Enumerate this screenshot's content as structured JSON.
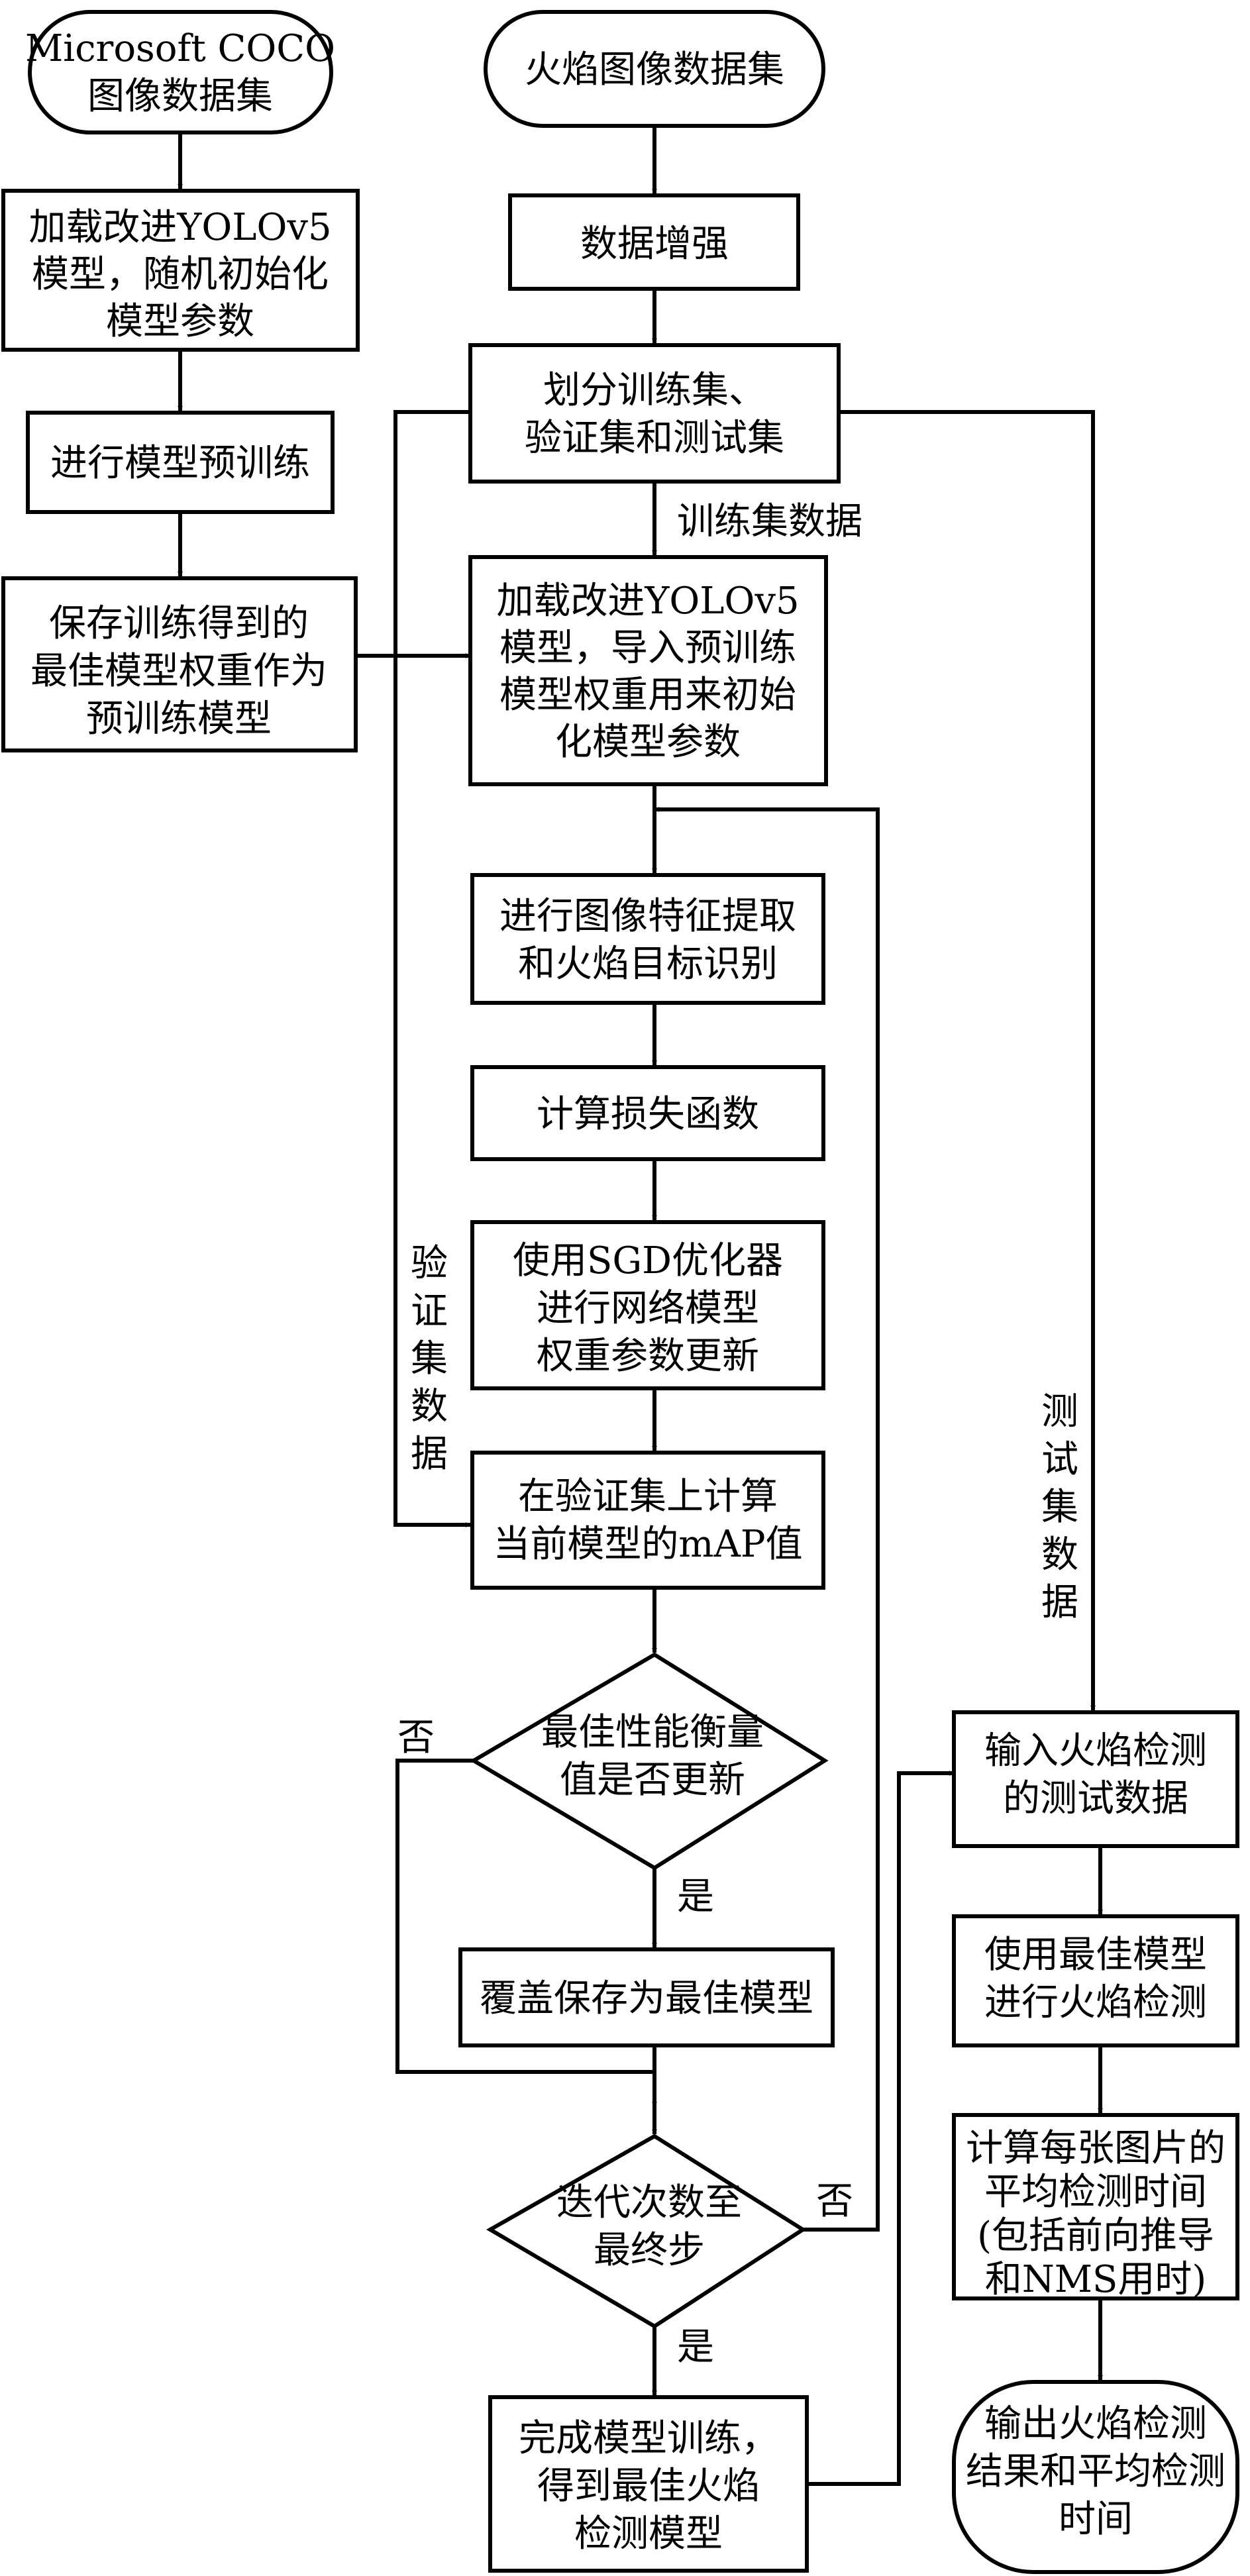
{
  "nodes": {
    "coco": [
      "Microsoft COCO",
      "图像数据集"
    ],
    "load_random": [
      "加载改进YOLOv5",
      "模型，随机初始化",
      "模型参数"
    ],
    "pretrain": [
      "进行模型预训练"
    ],
    "save_pretrained": [
      "保存训练得到的",
      "最佳模型权重作为",
      "预训练模型"
    ],
    "fire_dataset": [
      "火焰图像数据集"
    ],
    "augment": [
      "数据增强"
    ],
    "split": [
      "划分训练集、",
      "验证集和测试集"
    ],
    "load_pretrained": [
      "加载改进YOLOv5",
      "模型，导入预训练",
      "模型权重用来初始",
      "化模型参数"
    ],
    "feature": [
      "进行图像特征提取",
      "和火焰目标识别"
    ],
    "loss": [
      "计算损失函数"
    ],
    "sgd": [
      "使用SGD优化器",
      "进行网络模型",
      "权重参数更新"
    ],
    "map": [
      "在验证集上计算",
      "当前模型的mAP值"
    ],
    "best_updated": [
      "最佳性能衡量",
      "值是否更新"
    ],
    "overwrite": [
      "覆盖保存为最佳模型"
    ],
    "final_step": [
      "迭代次数至",
      "最终步"
    ],
    "finish": [
      "完成模型训练，",
      "得到最佳火焰",
      "检测模型"
    ],
    "input_test": [
      "输入火焰检测",
      "的测试数据"
    ],
    "detect": [
      "使用最佳模型",
      "进行火焰检测"
    ],
    "avg_time": [
      "计算每张图片的",
      "平均检测时间",
      "(包括前向推导",
      "和NMS用时)"
    ],
    "output": [
      "输出火焰检测",
      "结果和平均检测",
      "时间"
    ]
  },
  "edge_labels": {
    "train_data": "训练集数据",
    "val_data": [
      "验",
      "证",
      "集",
      "数",
      "据"
    ],
    "test_data": [
      "测",
      "试",
      "集",
      "数",
      "据"
    ],
    "yes_1": "是",
    "no_1": "否",
    "yes_2": "是",
    "no_2": "否"
  }
}
